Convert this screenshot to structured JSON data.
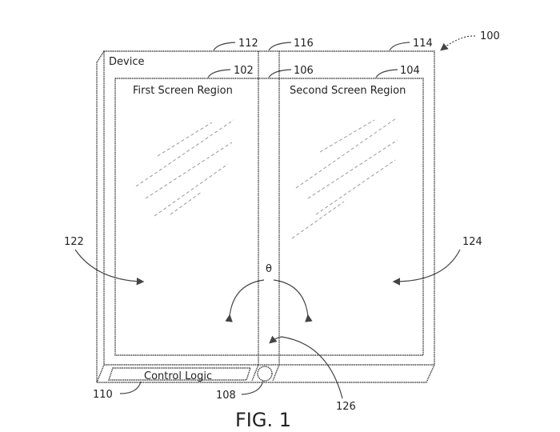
{
  "figure": {
    "caption": "FIG. 1",
    "device_label": "Device",
    "first_screen_label": "First Screen Region",
    "second_screen_label": "Second Screen Region",
    "control_logic_label": "Control Logic",
    "angle_symbol": "θ",
    "refs": {
      "r100": "100",
      "r102": "102",
      "r104": "104",
      "r106": "106",
      "r108": "108",
      "r110": "110",
      "r112": "112",
      "r114": "114",
      "r116": "116",
      "r122": "122",
      "r124": "124",
      "r126": "126"
    }
  }
}
